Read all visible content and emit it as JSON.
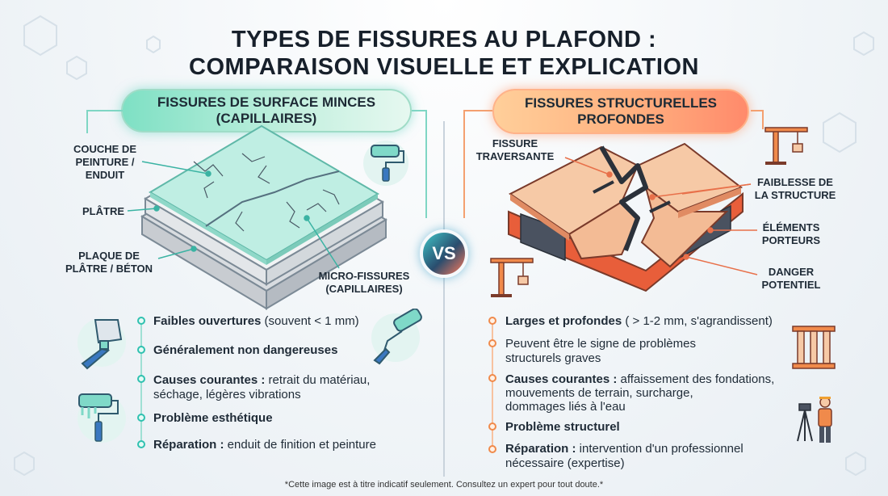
{
  "title": {
    "line1": "TYPES DE FISSURES AU PLAFOND :",
    "line2": "COMPARAISON VISUELLE ET EXPLICATION"
  },
  "left": {
    "heading_line1": "FISSURES DE SURFACE MINCES",
    "heading_line2": "(CAPILLAIRES)",
    "labels": {
      "paint_line1": "COUCHE DE",
      "paint_line2": "PEINTURE /",
      "paint_line3": "ENDUIT",
      "plaster": "PLÂTRE",
      "board_line1": "PLAQUE DE",
      "board_line2": "PLÂTRE / BÉTON",
      "micro_line1": "MICRO-FISSURES",
      "micro_line2": "(CAPILLAIRES)"
    },
    "bullets": [
      {
        "bold": "Faibles ouvertures",
        "rest": " (souvent < 1 mm)",
        "rest2": ""
      },
      {
        "bold": "Généralement non dangereuses",
        "rest": "",
        "rest2": ""
      },
      {
        "bold": "Causes courantes :",
        "rest": " retrait du matériau,",
        "rest2": "séchage, légères vibrations"
      },
      {
        "bold": "Problème esthétique",
        "rest": "",
        "rest2": ""
      },
      {
        "bold": "Réparation :",
        "rest": " enduit de finition et peinture",
        "rest2": ""
      }
    ]
  },
  "vs": "VS",
  "right": {
    "heading_line1": "FISSURES STRUCTURELLES",
    "heading_line2": "PROFONDES",
    "labels": {
      "through_line1": "FISSURE",
      "through_line2": "TRAVERSANTE",
      "weak_line1": "FAIBLESSE DE",
      "weak_line2": "LA STRUCTURE",
      "bearing_line1": "ÉLÉMENTS",
      "bearing_line2": "PORTEURS",
      "danger_line1": "DANGER",
      "danger_line2": "POTENTIEL"
    },
    "bullets": [
      {
        "bold": "Larges et profondes",
        "rest": " ( > 1-2 mm, s'agrandissent)",
        "rest2": "",
        "rest3": ""
      },
      {
        "bold": "",
        "rest": "Peuvent être le signe de problèmes",
        "rest2": "structurels graves",
        "rest3": ""
      },
      {
        "bold": "Causes courantes :",
        "rest": " affaissement des fondations,",
        "rest2": "mouvements de terrain, surcharge,",
        "rest3": "dommages liés à l'eau"
      },
      {
        "bold": "Problème structurel",
        "rest": "",
        "rest2": "",
        "rest3": ""
      },
      {
        "bold": "Réparation :",
        "rest": " intervention d'un professionnel",
        "rest2": "nécessaire (expertise)",
        "rest3": ""
      }
    ]
  },
  "footnote": "*Cette image est à titre indicatif seulement. Consultez un expert pour tout doute.*",
  "colors": {
    "teal": "#2fc1b0",
    "orange": "#f08a4b"
  }
}
